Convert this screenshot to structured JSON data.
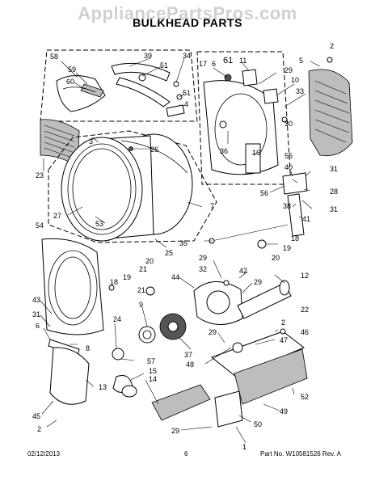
{
  "watermark": "AppliancePartsPros.com",
  "title": "BULKHEAD PARTS",
  "footer": {
    "date": "02/12/2013",
    "page": "6",
    "part_no": "Part No. W10581526 Rev. A"
  },
  "callouts": {
    "c58": "58",
    "c59": "59",
    "c60": "60",
    "c39": "39",
    "c51a": "51",
    "c34": "34",
    "c51b": "51",
    "c4": "4",
    "c3": "3",
    "c17": "17",
    "c6a": "6",
    "c61": "61",
    "c11": "11",
    "c2a": "2",
    "c5": "5",
    "c29a": "29",
    "c10": "10",
    "c33": "33",
    "c30": "30",
    "c36": "36",
    "c16": "16",
    "c55": "55",
    "c40": "40",
    "c31a": "31",
    "c28": "28",
    "c56": "56",
    "c38": "38",
    "c31b": "31",
    "c23": "23",
    "c26": "26",
    "c27": "27",
    "c53": "53",
    "c7": "7",
    "c41": "41",
    "c54": "54",
    "c25": "25",
    "c35": "35",
    "c18a": "18",
    "c19a": "19",
    "c20a": "20",
    "c29b": "29",
    "c32": "32",
    "c42": "42",
    "c20b": "20",
    "c21a": "21",
    "c18b": "18",
    "c19b": "19",
    "c21b": "21",
    "c44": "44",
    "c29c": "29",
    "c12": "12",
    "c43": "43",
    "c31c": "31",
    "c9": "9",
    "c22": "22",
    "c6b": "6",
    "c24": "24",
    "c8": "8",
    "c37": "37",
    "c29d": "29",
    "c47": "47",
    "c46": "46",
    "c57": "57",
    "c48": "48",
    "c2b": "2",
    "c13": "13",
    "c15": "15",
    "c14": "14",
    "c52": "52",
    "c45": "45",
    "c2c": "2",
    "c49": "49",
    "c50": "50",
    "c29e": "29",
    "c1": "1"
  }
}
